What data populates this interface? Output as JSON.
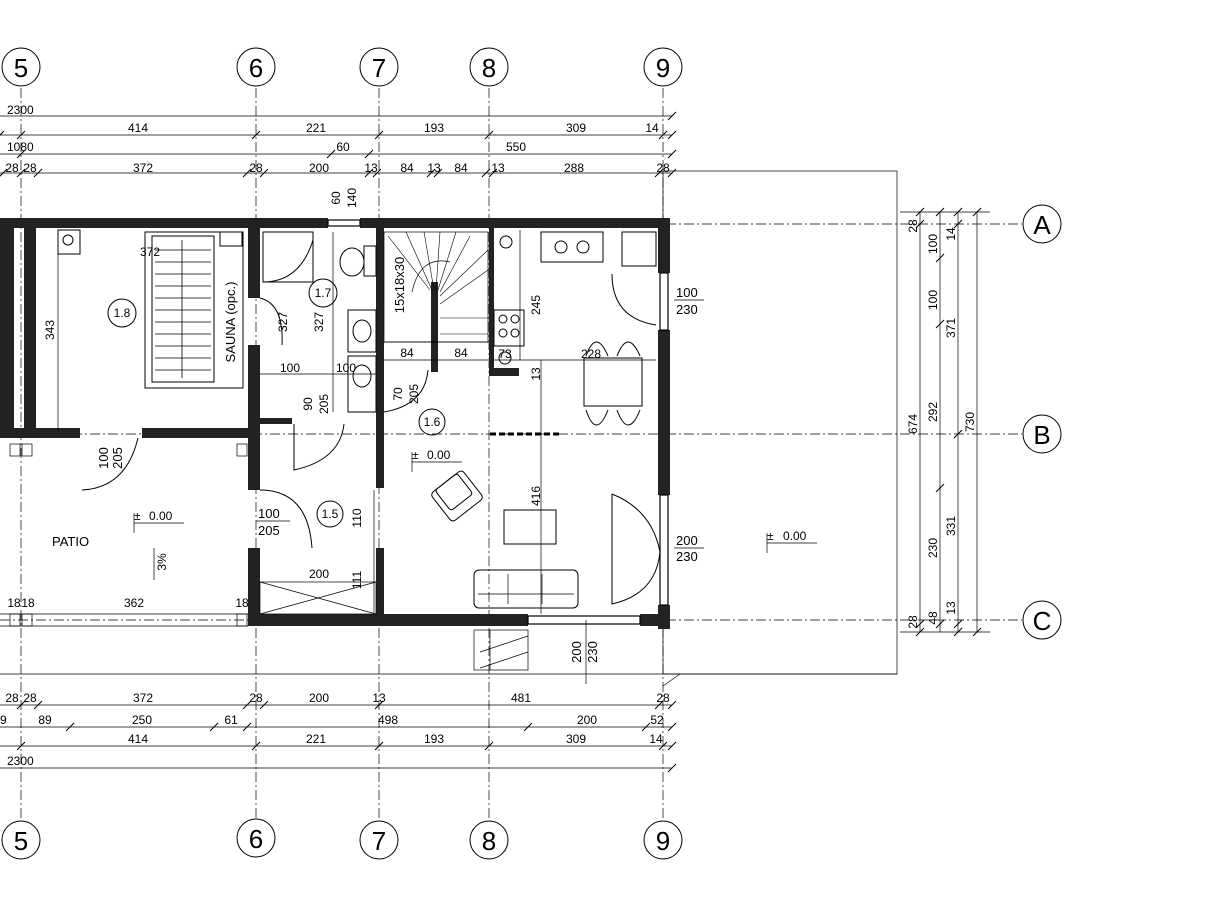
{
  "grid_axes": {
    "vertical": [
      "5",
      "6",
      "7",
      "8",
      "9"
    ],
    "horizontal": [
      "A",
      "B",
      "C"
    ]
  },
  "top_dims": {
    "row1_total": "2300",
    "row2": [
      "414",
      "221",
      "193",
      "309",
      "14"
    ],
    "row3": [
      "1080",
      "60",
      "550"
    ],
    "row4": [
      "28",
      "28",
      "372",
      "28",
      "200",
      "13",
      "84",
      "13",
      "84",
      "13",
      "288",
      "28"
    ]
  },
  "bottom_dims": {
    "row1": [
      "28",
      "28",
      "372",
      "28",
      "200",
      "13",
      "481",
      "28"
    ],
    "row2": [
      "9",
      "89",
      "250",
      "61",
      "498",
      "200",
      "52"
    ],
    "row3": [
      "414",
      "221",
      "193",
      "309",
      "14"
    ],
    "row4_total": "2300"
  },
  "right_dims": {
    "col1": [
      "28",
      "100",
      "100",
      "674",
      "230",
      "28"
    ],
    "col2": [
      "14",
      "371",
      "292",
      "331",
      "48"
    ],
    "col3": [
      "730",
      "13"
    ]
  },
  "rooms": {
    "r18": "1.8",
    "r17": "1.7",
    "r16": "1.6",
    "r15": "1.5"
  },
  "labels": {
    "sauna": "SAUNA (opc.)",
    "patio": "PATIO",
    "slope": "3%",
    "level_patio": "0.00",
    "level_living": "0.00",
    "level_terrace": "0.00",
    "level_pm": "±",
    "stairs": "15x18x30"
  },
  "interior_dims": {
    "d372": "372",
    "d343": "343",
    "d327a": "327",
    "d327b": "327",
    "d100a": "100",
    "d100b": "100",
    "d90": "90",
    "d205a": "205",
    "d70": "70",
    "d205b": "205",
    "d60": "60",
    "d140": "140",
    "d84a": "84",
    "d84b": "84",
    "d245": "245",
    "d73": "73",
    "d228": "228",
    "d13": "13",
    "d416": "416",
    "d110": "110",
    "d111": "111",
    "d200": "200",
    "d18a": "18",
    "d18b": "18",
    "d362": "362",
    "d18c": "18"
  },
  "openings": {
    "door_b_w": "100",
    "door_b_h": "205",
    "door_15_w": "100",
    "door_15_h": "205",
    "win_9_top_w": "100",
    "win_9_top_h": "230",
    "win_9_bot_w": "200",
    "win_9_bot_h": "230",
    "win_c_w": "200",
    "win_c_h": "230"
  }
}
